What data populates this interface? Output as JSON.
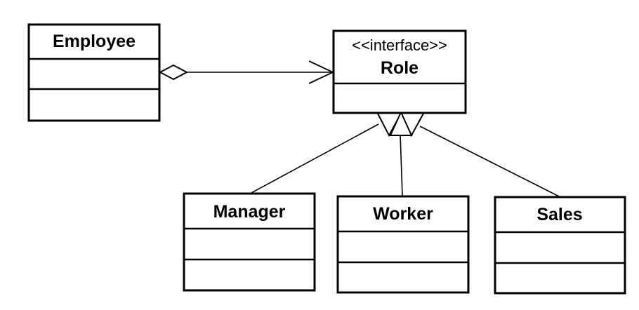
{
  "diagram": {
    "classes": {
      "employee": {
        "name": "Employee"
      },
      "role": {
        "stereotype": "<<interface>>",
        "name": "Role"
      },
      "manager": {
        "name": "Manager"
      },
      "worker": {
        "name": "Worker"
      },
      "sales": {
        "name": "Sales"
      }
    },
    "relations": [
      {
        "type": "aggregation",
        "from": "Employee",
        "to": "Role",
        "navigable": true
      },
      {
        "type": "realization",
        "from": "Manager",
        "to": "Role"
      },
      {
        "type": "realization",
        "from": "Worker",
        "to": "Role"
      },
      {
        "type": "realization",
        "from": "Sales",
        "to": "Role"
      }
    ]
  }
}
